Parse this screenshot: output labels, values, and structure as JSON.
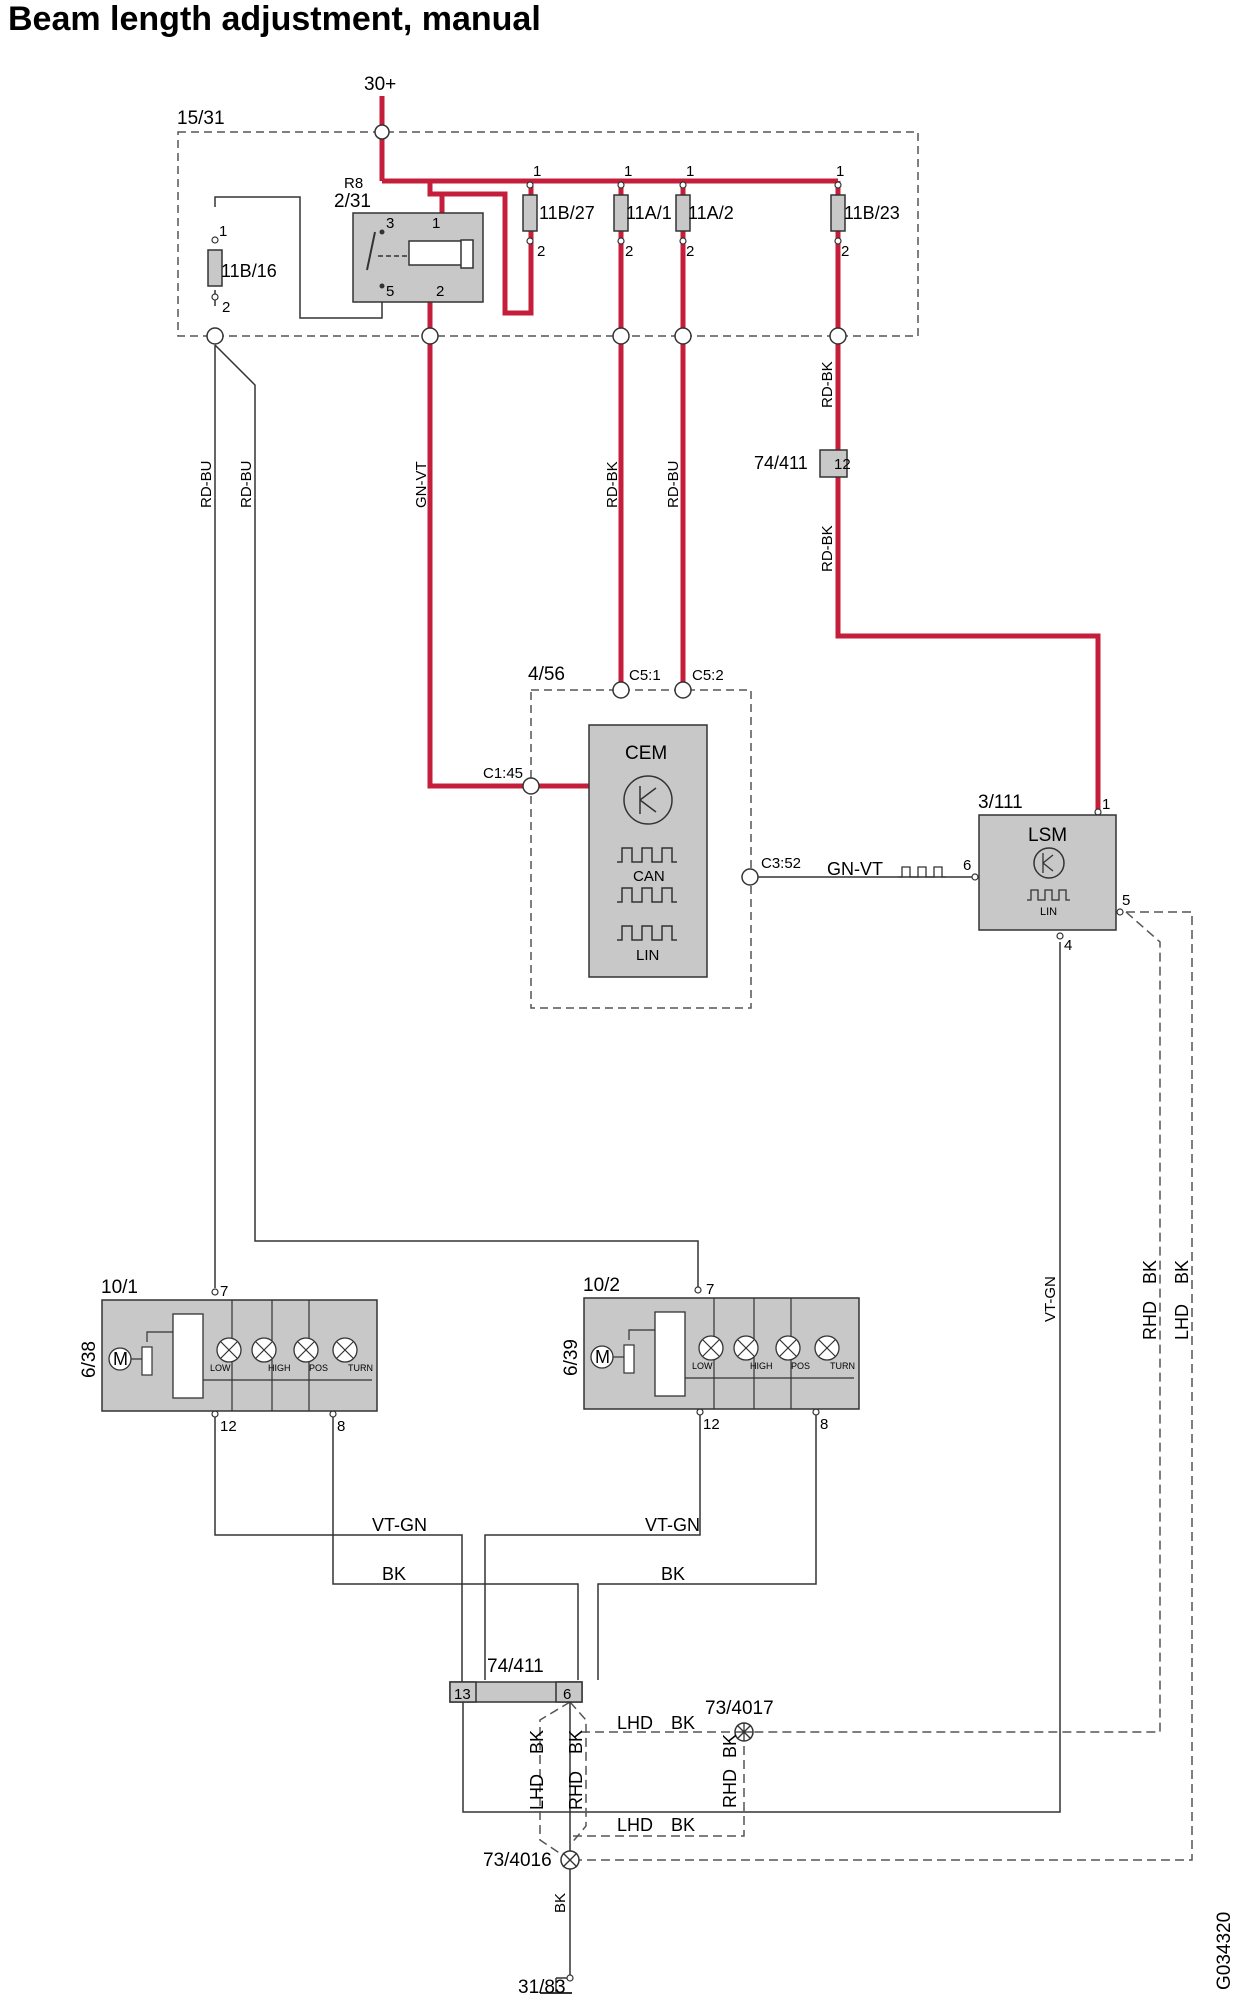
{
  "title": "Beam length adjustment, manual",
  "colors": {
    "power_wire": "#c41e3a",
    "signal_wire": "#333333",
    "component_fill": "#c8c8c8"
  },
  "components": {
    "supply": "30+",
    "fuse_box": "15/31",
    "relay": "R8",
    "relay_id": "2/31",
    "fuse_11B16": "11B/16",
    "fuse_11B27": "11B/27",
    "fuse_11A1": "11A/1",
    "fuse_11A2": "11A/2",
    "fuse_11B23": "11B/23",
    "connector_74_411": "74/411",
    "connector_pin_12": "12",
    "cem_id": "4/56",
    "cem": "CEM",
    "can": "CAN",
    "lin": "LIN",
    "lsm_id": "3/111",
    "lsm": "LSM",
    "lsm_lin": "LIN",
    "headlamp_left_id": "10/1",
    "headlamp_left_motor": "6/38",
    "headlamp_right_id": "10/2",
    "headlamp_right_motor": "6/39",
    "motor": "M",
    "lamp_labels": [
      "LOW",
      "HIGH",
      "POS",
      "TURN"
    ],
    "ground_4017": "73/4017",
    "ground_4016": "73/4016",
    "ground_final": "31/83",
    "figure_code": "G034320"
  },
  "pins": {
    "p1": "1",
    "p2": "2",
    "p3": "3",
    "p4": "4",
    "p5": "5",
    "p6": "6",
    "p7": "7",
    "p8": "8",
    "p12": "12",
    "p13": "13",
    "c5_1": "C5:1",
    "c5_2": "C5:2",
    "c1_45": "C1:45",
    "c3_52": "C3:52"
  },
  "wires": {
    "rd_bu": "RD-BU",
    "rd_bk": "RD-BK",
    "gn_vt": "GN-VT",
    "vt_gn": "VT-GN",
    "bk": "BK",
    "lhd": "LHD",
    "rhd": "RHD"
  }
}
